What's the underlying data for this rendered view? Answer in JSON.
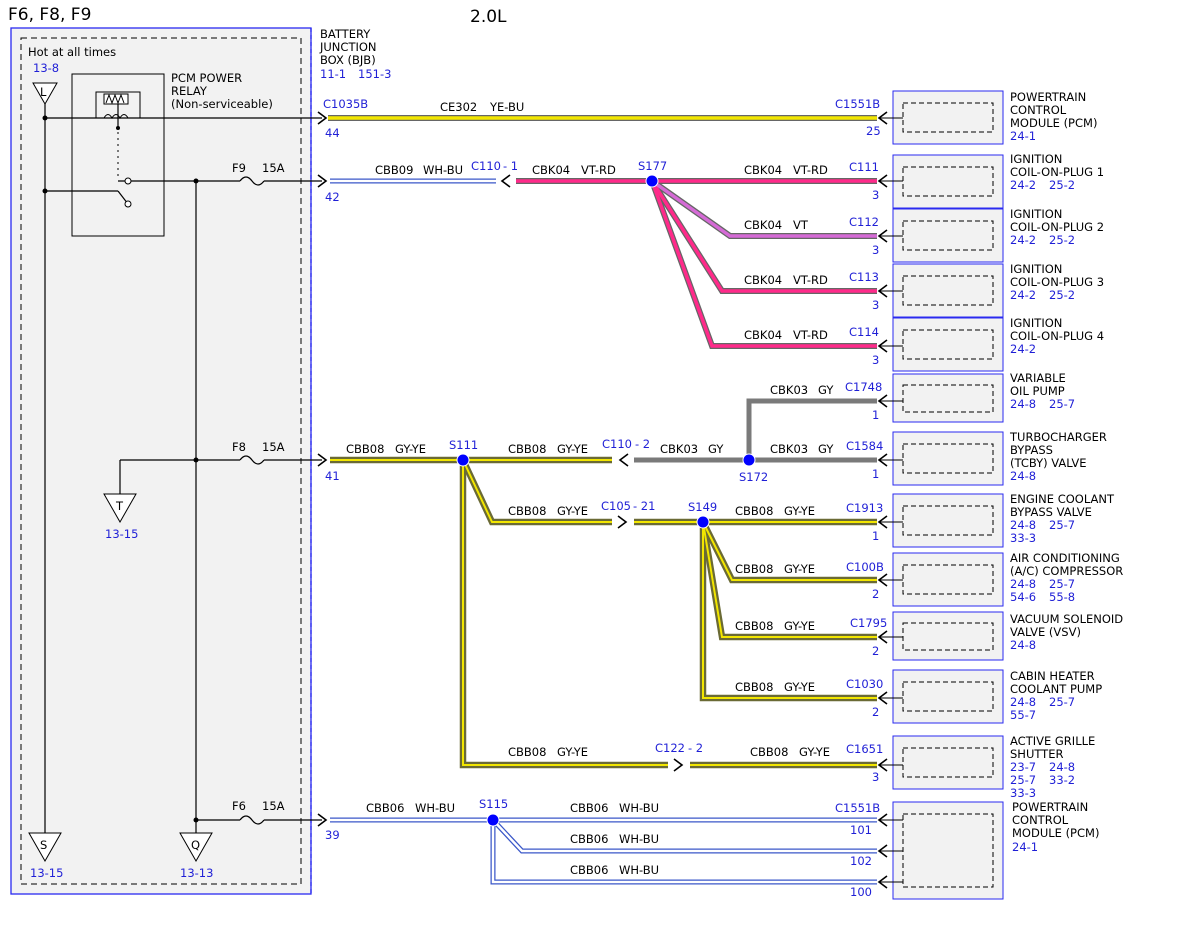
{
  "page_title": "F6, F8, F9",
  "engine": "2.0L",
  "fuse_panel": {
    "hot_label": "Hot at all times",
    "hot_ref": "13-8"
  },
  "relay": {
    "l1": "PCM POWER",
    "l2": "RELAY",
    "l3": "(Non-serviceable)"
  },
  "bjb": {
    "l1": "BATTERY",
    "l2": "JUNCTION",
    "l3": "BOX (BJB)",
    "ref1": "11-1",
    "ref2": "151-3"
  },
  "fuses": {
    "f9": {
      "name": "F9",
      "amps": "15A",
      "pin": "42"
    },
    "f8": {
      "name": "F8",
      "amps": "15A",
      "pin": "41"
    },
    "f6": {
      "name": "F6",
      "amps": "15A",
      "pin": "39"
    }
  },
  "flags": {
    "L": {
      "letter": "L"
    },
    "S": {
      "letter": "S",
      "ref": "13-15"
    },
    "Q": {
      "letter": "Q",
      "ref": "13-13"
    },
    "T": {
      "letter": "T",
      "ref": "13-15"
    }
  },
  "top_circuit": {
    "conn_left": "C1035B",
    "pin_left": "44",
    "circuit": "CE302",
    "color": "YE-BU",
    "conn_right": "C1551B",
    "pin_right": "25"
  },
  "f9_circuit": {
    "cbb": "CBB09",
    "cbb_color": "WH-BU",
    "inline": "C110",
    "inline_pin": "- 1",
    "cbk": "CBK04",
    "cbk_color": "VT-RD",
    "splice": "S177"
  },
  "f8_circuit": {
    "cbb": "CBB08",
    "cbb_color": "GY-YE",
    "splice1": "S111",
    "inline1": "C110",
    "inline1_pin": "- 2",
    "cbk": "CBK03",
    "cbk_color": "GY",
    "splice2": "S172",
    "inline2": "C105",
    "inline2_pin": "- 21",
    "splice3": "S149",
    "inline3": "C122",
    "inline3_pin": "- 2"
  },
  "f6_circuit": {
    "cbb": "CBB06",
    "cbb_color": "WH-BU",
    "splice": "S115"
  },
  "wire_colors": {
    "yellow": "#f2e600",
    "magenta": "#ff2a8a",
    "violet": "#d56ad6",
    "gray": "#8a8a8a",
    "olive": "#6a6a35",
    "white_blue": "#3a57c8",
    "blue": "#1f1fd6",
    "splice": "#0000ff"
  },
  "branches": {
    "c111": {
      "circuit": "CBK04",
      "color": "VT-RD",
      "conn": "C111",
      "pin": "3"
    },
    "c112": {
      "circuit": "CBK04",
      "color": "VT",
      "conn": "C112",
      "pin": "3"
    },
    "c113": {
      "circuit": "CBK04",
      "color": "VT-RD",
      "conn": "C113",
      "pin": "3"
    },
    "c114": {
      "circuit": "CBK04",
      "color": "VT-RD",
      "conn": "C114",
      "pin": "3"
    },
    "c1748": {
      "circuit": "CBK03",
      "color": "GY",
      "conn": "C1748",
      "pin": "1"
    },
    "c1584": {
      "circuit": "CBK03",
      "color": "GY",
      "conn": "C1584",
      "pin": "1"
    },
    "c1913": {
      "circuit": "CBB08",
      "color": "GY-YE",
      "conn": "C1913",
      "pin": "1"
    },
    "c100b": {
      "circuit": "CBB08",
      "color": "GY-YE",
      "conn": "C100B",
      "pin": "2"
    },
    "c1795": {
      "circuit": "CBB08",
      "color": "GY-YE",
      "conn": "C1795",
      "pin": "2"
    },
    "c1030": {
      "circuit": "CBB08",
      "color": "GY-YE",
      "conn": "C1030",
      "pin": "2"
    },
    "c1651": {
      "circuit": "CBB08",
      "color": "GY-YE",
      "conn": "C1651",
      "pin": "3"
    },
    "pcm101": {
      "circuit": "CBB06",
      "color": "WH-BU",
      "conn": "C1551B",
      "pin": "101"
    },
    "pcm102": {
      "circuit": "CBB06",
      "color": "WH-BU",
      "pin": "102"
    },
    "pcm100": {
      "circuit": "CBB06",
      "color": "WH-BU",
      "pin": "100"
    }
  },
  "components": {
    "pcm_top": {
      "l1": "POWERTRAIN",
      "l2": "CONTROL",
      "l3": "MODULE (PCM)",
      "r1": "24-1"
    },
    "coil1": {
      "l1": "IGNITION",
      "l2": "COIL-ON-PLUG 1",
      "r1": "24-2",
      "r2": "25-2"
    },
    "coil2": {
      "l1": "IGNITION",
      "l2": "COIL-ON-PLUG 2",
      "r1": "24-2",
      "r2": "25-2"
    },
    "coil3": {
      "l1": "IGNITION",
      "l2": "COIL-ON-PLUG 3",
      "r1": "24-2",
      "r2": "25-2"
    },
    "coil4": {
      "l1": "IGNITION",
      "l2": "COIL-ON-PLUG 4",
      "r1": "24-2"
    },
    "oilpump": {
      "l1": "VARIABLE",
      "l2": "OIL PUMP",
      "r1": "24-8",
      "r2": "25-7"
    },
    "tcby": {
      "l1": "TURBOCHARGER",
      "l2": "BYPASS",
      "l3": "(TCBY) VALVE",
      "r1": "24-8"
    },
    "coolant": {
      "l1": "ENGINE COOLANT",
      "l2": "BYPASS VALVE",
      "r1": "24-8",
      "r2": "25-7",
      "r3": "33-3"
    },
    "ac": {
      "l1": "AIR CONDITIONING",
      "l2": "(A/C) COMPRESSOR",
      "r1": "24-8",
      "r2": "25-7",
      "r3": "54-6",
      "r4": "55-8"
    },
    "vsv": {
      "l1": "VACUUM SOLENOID",
      "l2": "VALVE (VSV)",
      "r1": "24-8"
    },
    "heater": {
      "l1": "CABIN HEATER",
      "l2": "COOLANT PUMP",
      "r1": "24-8",
      "r2": "25-7",
      "r3": "55-7"
    },
    "grille": {
      "l1": "ACTIVE GRILLE",
      "l2": "SHUTTER",
      "r1": "23-7",
      "r2": "24-8",
      "r3": "25-7",
      "r4": "33-2",
      "r5": "33-3"
    },
    "pcm_bottom": {
      "l1": "POWERTRAIN",
      "l2": "CONTROL",
      "l3": "MODULE (PCM)",
      "r1": "24-1"
    }
  }
}
